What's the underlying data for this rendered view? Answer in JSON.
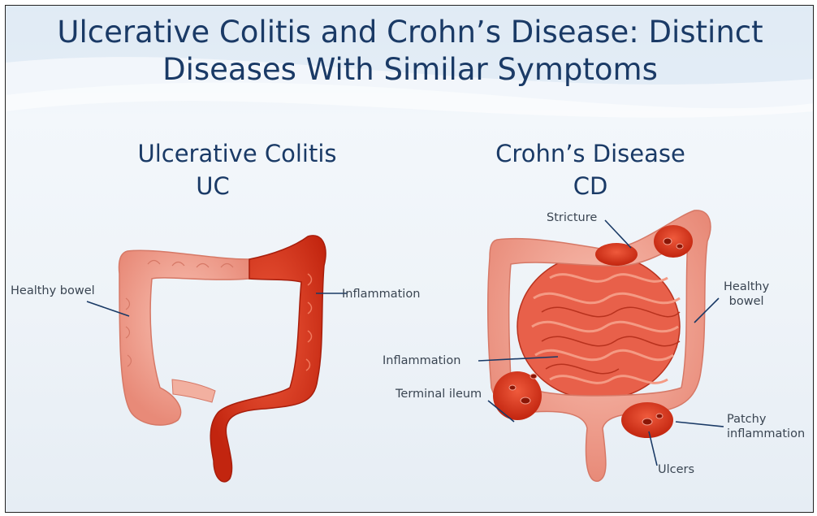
{
  "title": {
    "line1": "Ulcerative Colitis and Crohn’s Disease: Distinct",
    "line2": "Diseases With Similar Symptoms"
  },
  "uc": {
    "heading_line1": "Ulcerative Colitis",
    "heading_line2": "UC",
    "labels": {
      "healthy": "Healthy bowel",
      "inflammation": "Inflammation"
    }
  },
  "cd": {
    "heading_line1": "Crohn’s Disease",
    "heading_line2": "CD",
    "labels": {
      "stricture": "Stricture",
      "healthy_line1": "Healthy",
      "healthy_line2": "bowel",
      "inflammation": "Inflammation",
      "terminal_ileum": "Terminal ileum",
      "patchy_line1": "Patchy",
      "patchy_line2": "inflammation",
      "ulcers": "Ulcers"
    }
  },
  "colors": {
    "title": "#1a3a66",
    "healthy_tissue": "#f0a090",
    "inflamed_tissue": "#d8321e",
    "leader_line": "#1a3a66"
  }
}
